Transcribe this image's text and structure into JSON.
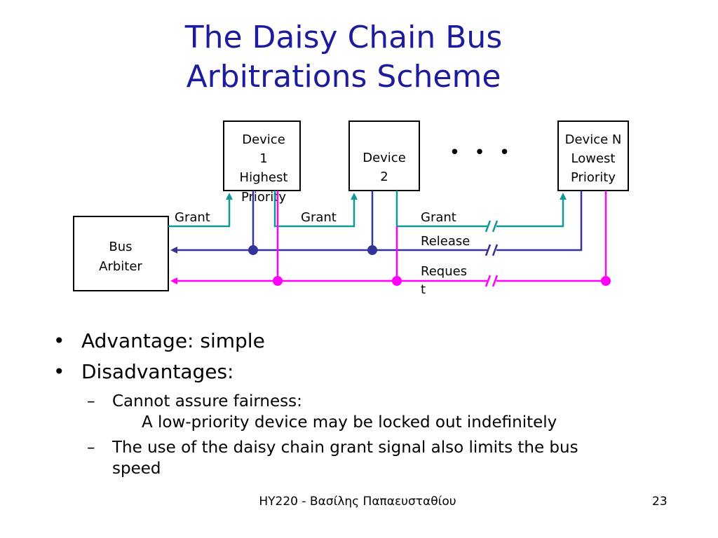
{
  "title": {
    "line1": "The Daisy Chain Bus",
    "line2": "Arbitrations Scheme"
  },
  "diagram": {
    "arbiter": {
      "line1": "Bus",
      "line2": "Arbiter"
    },
    "device1": {
      "line1": "Device",
      "line2": "1",
      "line3": "Highest",
      "line4": "Priority"
    },
    "device2": {
      "line1": "Device",
      "line2": "2"
    },
    "deviceN": {
      "line1": "Device N",
      "line2": "Lowest",
      "line3": "Priority"
    },
    "ellipsis": "• • •",
    "labels": {
      "grant1": "Grant",
      "grant2": "Grant",
      "grant3": "Grant",
      "release": "Release",
      "request_part1": "Reques",
      "request_part2": "t"
    },
    "colors": {
      "grant": "#119999",
      "release": "#333399",
      "request": "#ff00ff"
    }
  },
  "bullets": [
    {
      "text": "Advantage: simple"
    },
    {
      "text": "Disadvantages:"
    }
  ],
  "subbullets": [
    {
      "line1": "Cannot assure fairness:",
      "line2": "A low-priority device may be locked out indefinitely"
    },
    {
      "line1": "The use of the daisy chain grant signal also limits the bus",
      "line2": "speed"
    }
  ],
  "footer": "HY220 - Βασίλης Παπαευσταθίου",
  "page_number": "23"
}
